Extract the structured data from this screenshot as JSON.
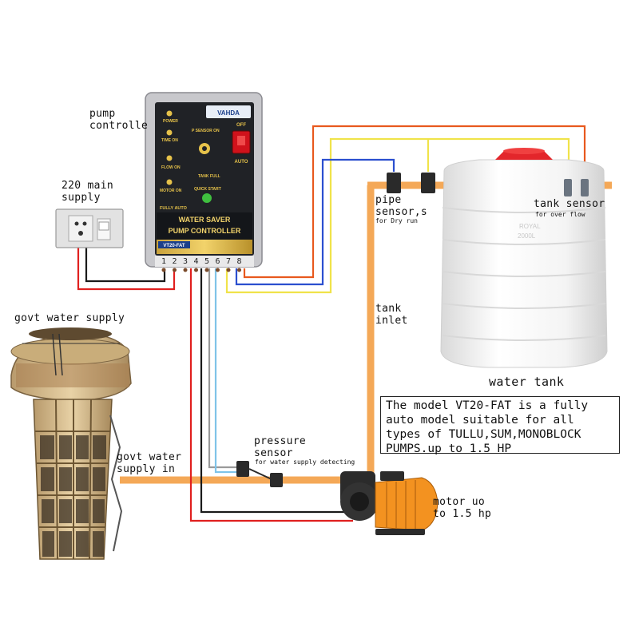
{
  "labels": {
    "pump_controller": "pump\ncontrolle",
    "main_supply": "220 main\nsupply",
    "govt_water_supply": "govt water supply",
    "govt_supply_in": "govt water\nsupply in",
    "pressure_sensor": "pressure\nsensor",
    "pressure_sensor_sub": "for water supply detecting",
    "pipe_sensor": "pipe\nsensor,s",
    "pipe_sensor_sub": "for Dry run",
    "tank_sensor": "tank sensor",
    "tank_sensor_sub": "for over flow",
    "tank_inlet": "tank\ninlet",
    "water_tank": "water tank",
    "motor": "motor uo\nto 1.5 hp"
  },
  "note": "The model VT20-FAT is a fully auto model suitable for all types of TULLU,SUM,MONOBLOCK PUMPS.up to 1.5 HP",
  "controller": {
    "brand": "VAHDA",
    "power": "POWER",
    "time_on": "TIME ON",
    "flow_on": "FLOW ON",
    "motor_on": "MOTOR ON",
    "p_sensor_on": "P SENSOR ON",
    "tank_full": "TANK FULL",
    "quick_start": "QUICK START",
    "off": "OFF",
    "auto": "AUTO",
    "fully_auto": "FULLY AUTO",
    "title1": "WATER SAVER",
    "title2": "PUMP CONTROLLER",
    "model": "VT20-FAT",
    "terminals": [
      "1",
      "2",
      "3",
      "4",
      "5",
      "6",
      "7",
      "8"
    ]
  },
  "tank": {
    "brand": "ROYAL",
    "capacity": "2000L"
  },
  "colors": {
    "pipe": "#f4a857",
    "wire_red": "#e0201f",
    "wire_black": "#1a1a1a",
    "wire_gray": "#9a9a9a",
    "wire_blue": "#2b4fcf",
    "wire_lightblue": "#7fc4e8",
    "wire_yellow": "#f0e34a",
    "wire_orange": "#e8591e",
    "motor_body": "#f39220"
  }
}
